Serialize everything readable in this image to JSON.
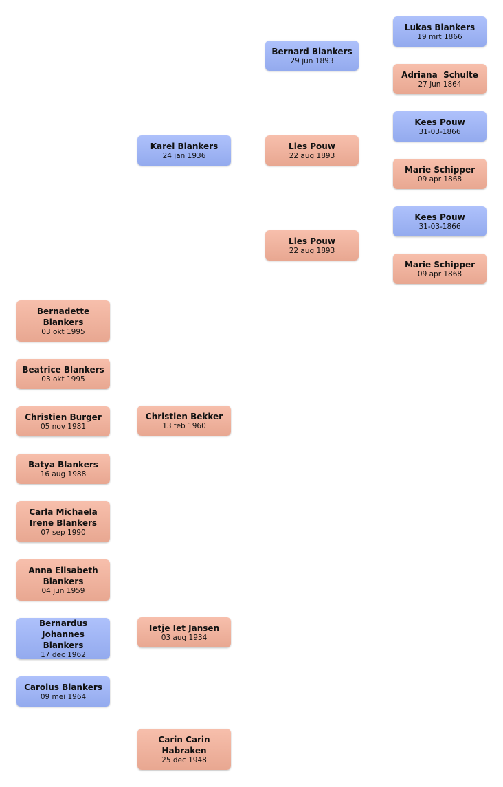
{
  "colors": {
    "male": "#9fb5f6",
    "female": "#f2b5a2"
  },
  "persons": {
    "lukas": {
      "name": "Lukas Blankers",
      "date": "19 mrt 1866",
      "gender": "male"
    },
    "adriana": {
      "name": "Adriana  Schulte",
      "date": "27 jun 1864",
      "gender": "female"
    },
    "kees1": {
      "name": "Kees Pouw",
      "date": "31-03-1866",
      "gender": "male"
    },
    "marie1": {
      "name": "Marie Schipper",
      "date": "09 apr 1868",
      "gender": "female"
    },
    "kees2": {
      "name": "Kees Pouw",
      "date": "31-03-1866",
      "gender": "male"
    },
    "marie2": {
      "name": "Marie Schipper",
      "date": "09 apr 1868",
      "gender": "female"
    },
    "bernard": {
      "name": "Bernard Blankers",
      "date": "29 jun 1893",
      "gender": "male"
    },
    "lies1": {
      "name": "Lies Pouw",
      "date": "22 aug 1893",
      "gender": "female"
    },
    "lies2": {
      "name": "Lies Pouw",
      "date": "22 aug 1893",
      "gender": "female"
    },
    "karel": {
      "name": "Karel Blankers",
      "date": "24 jan 1936",
      "gender": "male"
    },
    "christien_bekker": {
      "name": "Christien Bekker",
      "date": "13 feb 1960",
      "gender": "female"
    },
    "ietje": {
      "name": "Ietje Iet Jansen",
      "date": "03 aug 1934",
      "gender": "female"
    },
    "carin": {
      "name": "Carin Carin Habraken",
      "date": "25 dec 1948",
      "gender": "female"
    },
    "bernadette": {
      "name": "Bernadette Blankers",
      "date": "03 okt 1995",
      "gender": "female"
    },
    "beatrice": {
      "name": "Beatrice Blankers",
      "date": "03 okt 1995",
      "gender": "female"
    },
    "christien_burger": {
      "name": "Christien Burger",
      "date": "05 nov 1981",
      "gender": "female"
    },
    "batya": {
      "name": "Batya Blankers",
      "date": "16 aug 1988",
      "gender": "female"
    },
    "carla": {
      "name": "Carla Michaela Irene Blankers",
      "date": "07 sep 1990",
      "gender": "female"
    },
    "anna": {
      "name": "Anna Elisabeth Blankers",
      "date": "04 jun 1959",
      "gender": "female"
    },
    "bernardus": {
      "name": "Bernardus Johannes Blankers",
      "date": "17 dec 1962",
      "gender": "male"
    },
    "carolus": {
      "name": "Carolus Blankers",
      "date": "09 mei 1964",
      "gender": "male"
    }
  }
}
